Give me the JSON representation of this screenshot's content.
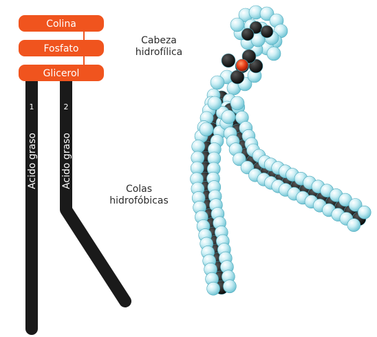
{
  "diagram": {
    "head_groups": [
      {
        "name": "Colina"
      },
      {
        "name": "Fosfato"
      },
      {
        "name": "Glicerol"
      }
    ],
    "chains": [
      {
        "number": "1",
        "label": "Acido graso"
      },
      {
        "number": "2",
        "label": "Acido graso"
      }
    ],
    "labels": {
      "head_line1": "Cabeza",
      "head_line2": "hidrofílica",
      "tails_line1": "Colas",
      "tails_line2": "hidrofóbicas"
    },
    "colors": {
      "group_box": "#f0541e",
      "chain": "#1a1a1a",
      "atom_light": "#dff7fb",
      "atom_mid": "#9fe0ea",
      "atom_dark": "#5fb9cb",
      "oxygen": "#e53a14"
    }
  }
}
